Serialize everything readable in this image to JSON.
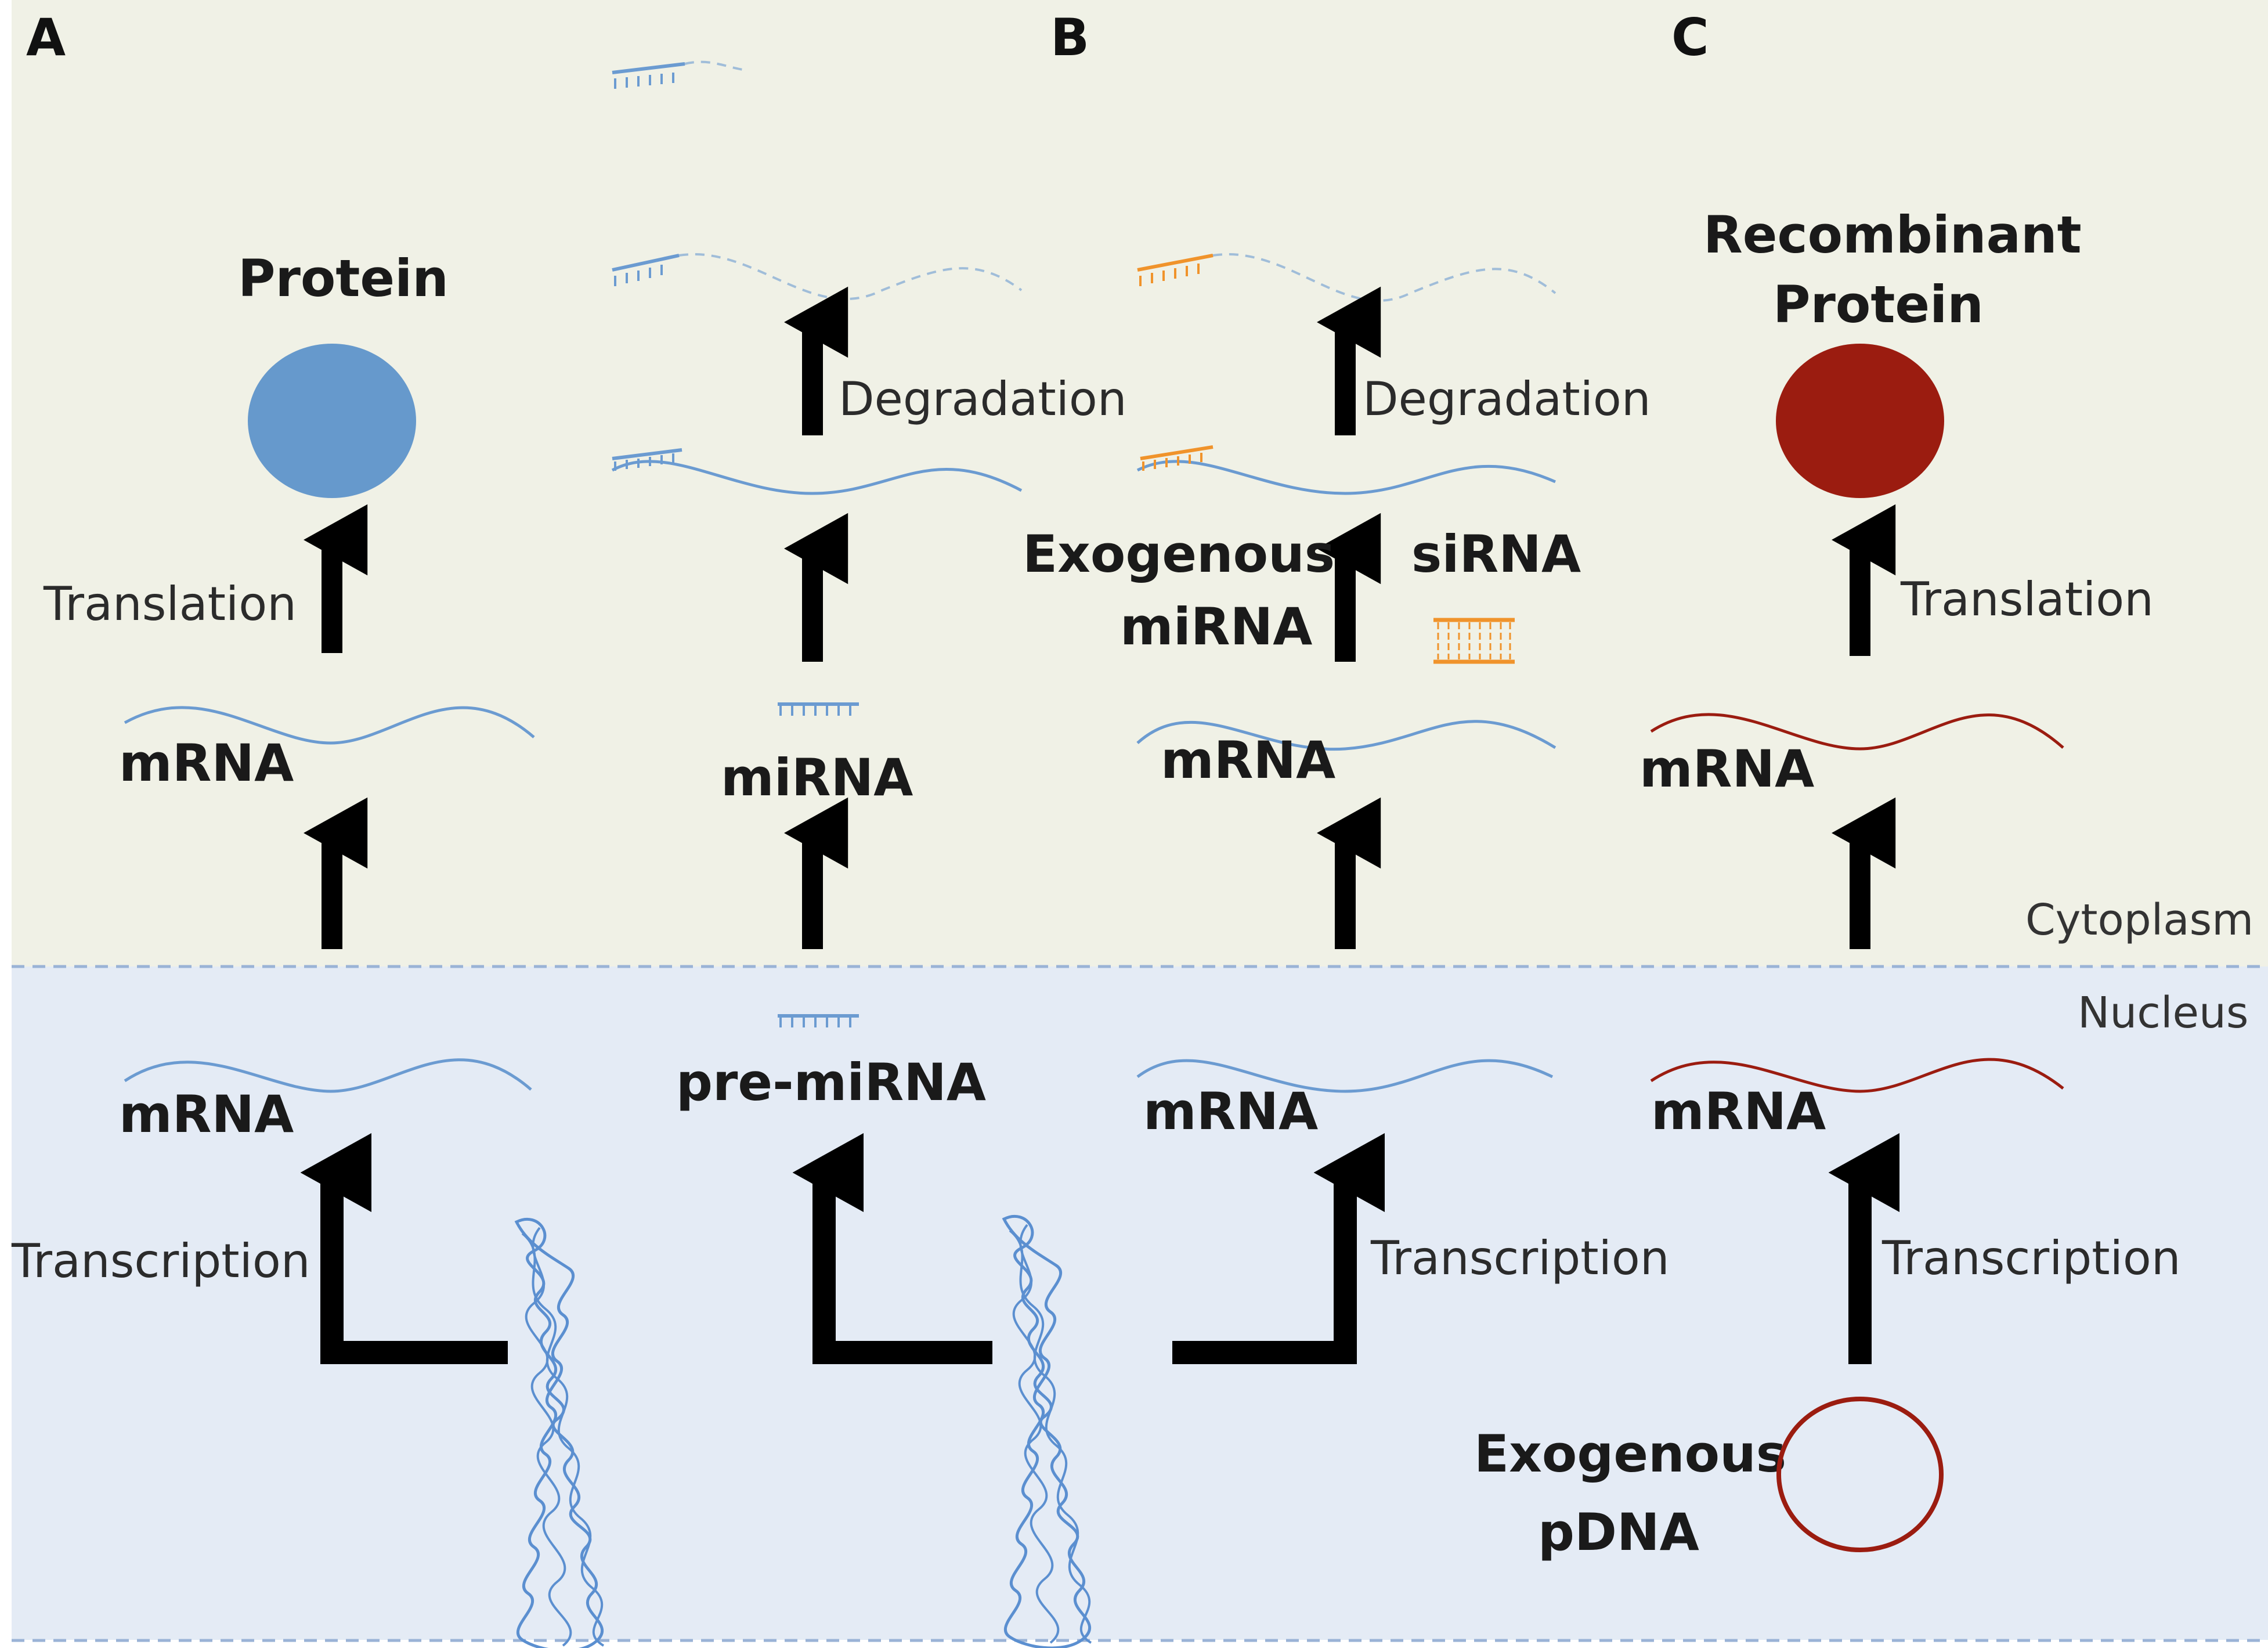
{
  "panels": {
    "a": "A",
    "b": "B",
    "c": "C"
  },
  "regions": {
    "cytoplasm": "Cytoplasm",
    "nucleus": "Nucleus"
  },
  "panel_a": {
    "protein": "Protein",
    "translation": "Translation",
    "mrna_cyto": "mRNA",
    "mrna_nuc": "mRNA",
    "transcription": "Transcription"
  },
  "panel_b": {
    "degradation_left": "Degradation",
    "mirna": "miRNA",
    "pre_mirna": "pre-miRNA",
    "degradation_right": "Degradation",
    "exogenous_mirna_line1": "Exogenous",
    "exogenous_mirna_line2": "miRNA",
    "sirna": "siRNA",
    "mrna_cyto": "mRNA",
    "mrna_nuc": "mRNA",
    "transcription": "Transcription"
  },
  "panel_c": {
    "recombinant_line1": "Recombinant",
    "recombinant_line2": "Protein",
    "translation": "Translation",
    "mrna_cyto": "mRNA",
    "mrna_nuc": "mRNA",
    "transcription": "Transcription",
    "exogenous_pdna_line1": "Exogenous",
    "exogenous_pdna_line2": "pDNA"
  },
  "colors": {
    "cytoplasm_bg": "#f0f1e6",
    "nucleus_bg": "#e4ebf5",
    "endogenous_rna": "#6b9bd1",
    "endogenous_protein": "#6699cc",
    "recombinant": "#9b1c10",
    "sirna": "#f0932b",
    "arrow": "#000000"
  }
}
